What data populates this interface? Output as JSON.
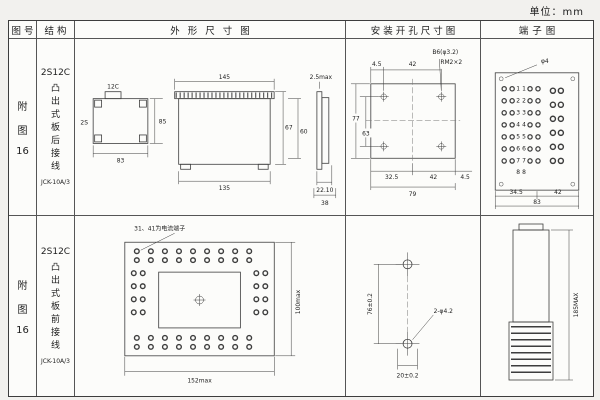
{
  "page": {
    "unit_label": "单位：mm"
  },
  "headers": {
    "fig": "图号",
    "structure": "结构",
    "outline": "外形尺寸图",
    "install": "安装开孔尺寸图",
    "terminal": "端子图"
  },
  "rows": [
    {
      "fig": [
        "附",
        "图",
        "16"
      ],
      "model": "2S12C",
      "structure": [
        "凸",
        "出",
        "式",
        "板",
        "后",
        "接",
        "线"
      ],
      "code": "JCK-10A/3",
      "outline": {
        "label_12c": "12C",
        "label_2s": "2S",
        "dim_width": "83",
        "dim_height": "85",
        "dim_flange": "145",
        "dim_body": "135",
        "dim_h_outer": "67",
        "dim_h_inner": "60",
        "dim_panel": "2.5max",
        "dim_depth1": "22.10",
        "dim_depth2": "38"
      },
      "install": {
        "dim_top_offset": "4.5",
        "dim_top_span": "42",
        "label_hole": "B6(φ3.2)",
        "label_thread": "RM2×2",
        "dim_left_outer": "77",
        "dim_left_inner": "63",
        "dim_bot1": "32.5",
        "dim_bot2": "42",
        "dim_bot_total": "79",
        "dim_right_offset": "4.5"
      },
      "terminal": {
        "label_hole": "φ4",
        "dim_bot1": "34.5",
        "dim_bot2": "42",
        "dim_bot_total": "83",
        "numbers": [
          "1",
          "2",
          "3",
          "4",
          "5",
          "6",
          "7",
          "8"
        ]
      }
    },
    {
      "fig": [
        "附",
        "图",
        "16"
      ],
      "model": "2S12C",
      "structure": [
        "凸",
        "出",
        "式",
        "板",
        "前",
        "接",
        "线"
      ],
      "code": "JCK-10A/3",
      "outline": {
        "note": "31、41为电流端子",
        "dim_width": "152max",
        "dim_height": "100max"
      },
      "install": {
        "dim_span": "76±0.2",
        "label_holes": "2-φ4.2",
        "dim_offset": "20±0.2"
      },
      "terminal": {
        "dim_height": "185MAX"
      }
    }
  ]
}
